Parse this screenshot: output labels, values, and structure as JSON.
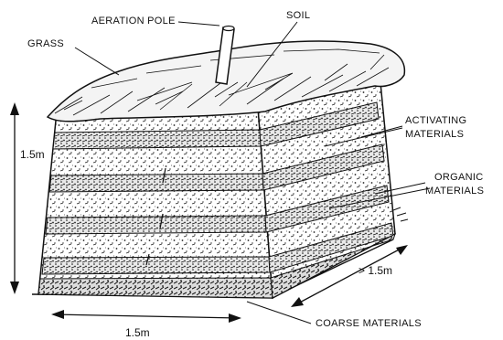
{
  "labels": {
    "aeration_pole": "AERATION POLE",
    "soil": "SOIL",
    "grass": "GRASS",
    "activating_1": "ACTIVATING",
    "activating_2": "MATERIALS",
    "organic_1": "ORGANIC",
    "organic_2": "MATERIALS",
    "coarse": "COARSE MATERIALS"
  },
  "dimensions": {
    "height": "1.5m",
    "width": "1.5m",
    "length": "> 1.5m"
  },
  "colors": {
    "ink": "#111111",
    "paper": "#ffffff",
    "grass_fill": "#f4f4f4",
    "pole_fill": "#ffffff"
  }
}
